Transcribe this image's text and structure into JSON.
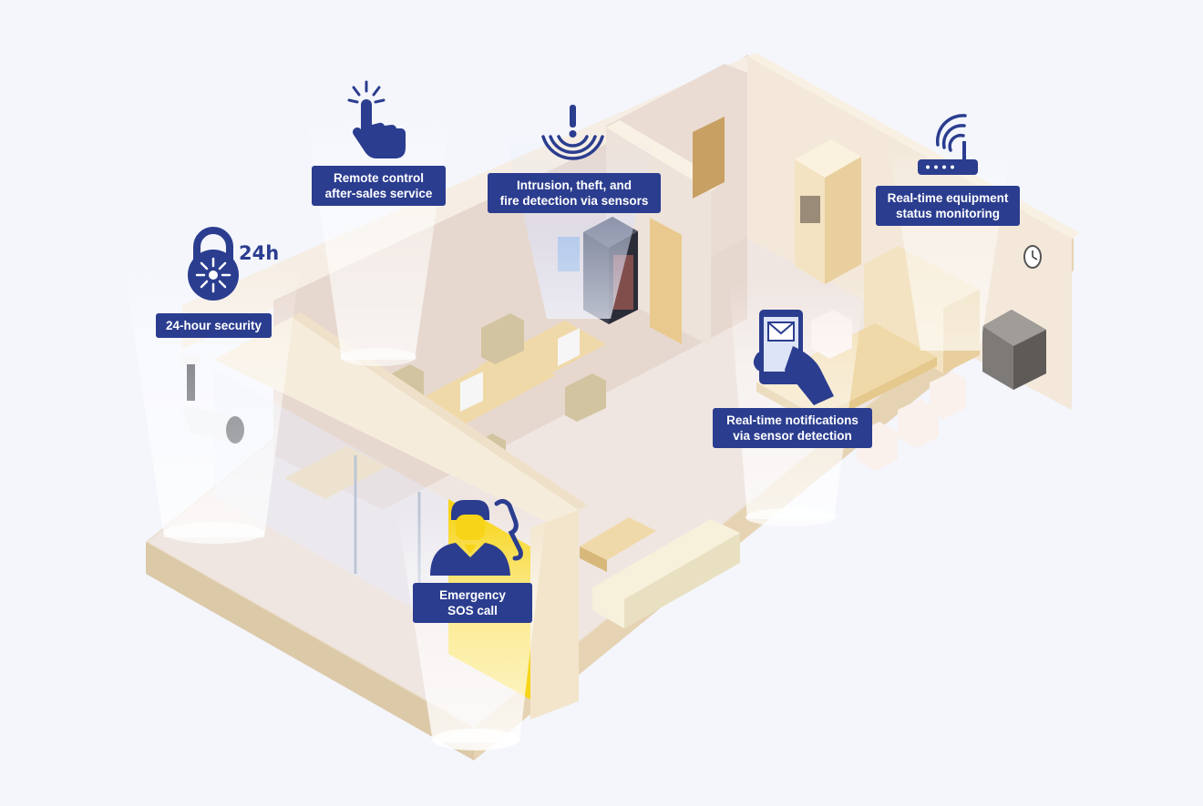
{
  "features": {
    "security": {
      "lines": [
        "24-hour security"
      ],
      "icon": "padlock-icon",
      "badge": "24h"
    },
    "remote": {
      "lines": [
        "Remote control",
        "after-sales service"
      ],
      "icon": "tap-hand-icon"
    },
    "intrusion": {
      "lines": [
        "Intrusion, theft, and",
        "fire detection via sensors"
      ],
      "icon": "alert-signal-icon"
    },
    "monitoring": {
      "lines": [
        "Real-time equipment",
        "status monitoring"
      ],
      "icon": "router-wifi-icon"
    },
    "notifications": {
      "lines": [
        "Real-time notifications",
        "via sensor detection"
      ],
      "icon": "phone-mail-icon"
    },
    "sos": {
      "lines": [
        "Emergency",
        "SOS call"
      ],
      "icon": "operator-phone-icon"
    }
  },
  "colors": {
    "background": "#f4f6fc",
    "label_bg": "#2b3d8f",
    "icon": "#2b3d8f",
    "floor": "#efe7e4",
    "wall_top": "#f8eedc",
    "wall_side": "#e8d6b8",
    "accent_yellow": "#f7d417",
    "wood": "#f0d9a8"
  }
}
